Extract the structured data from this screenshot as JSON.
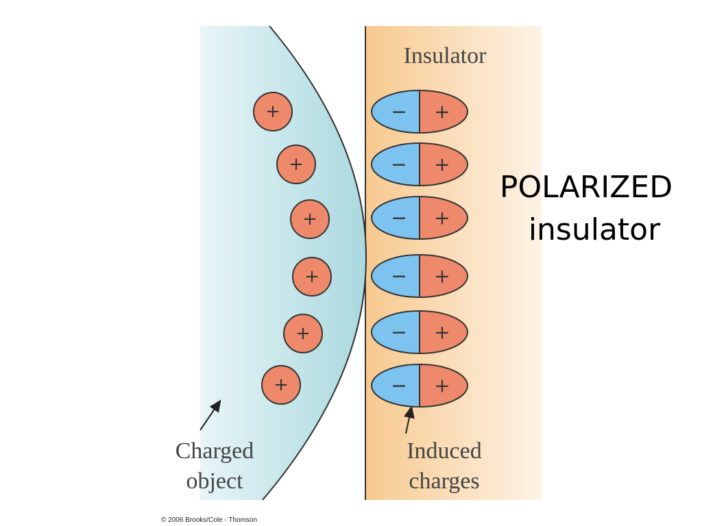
{
  "diagram": {
    "insulator_label": "Insulator",
    "object_label_line1": "Charged",
    "object_label_line2": "object",
    "induced_label_line1": "Induced",
    "induced_label_line2": "charges",
    "positive_sign": "+",
    "negative_sign": "−",
    "object_charge_count": 6,
    "dipole_count": 6
  },
  "side_text": {
    "line1": "POLARIZED",
    "line2": "insulator"
  },
  "copyright": "© 2006 Brooks/Cole - Thomson",
  "colors": {
    "object_fill_light": "#e8f5f7",
    "object_fill_dark": "#a9d9df",
    "insulator_fill_light": "#fdf3e6",
    "insulator_fill_dark": "#f7c98f",
    "positive_charge": "#ee8a6b",
    "negative_charge": "#7cc4ef",
    "outline": "#333333"
  }
}
